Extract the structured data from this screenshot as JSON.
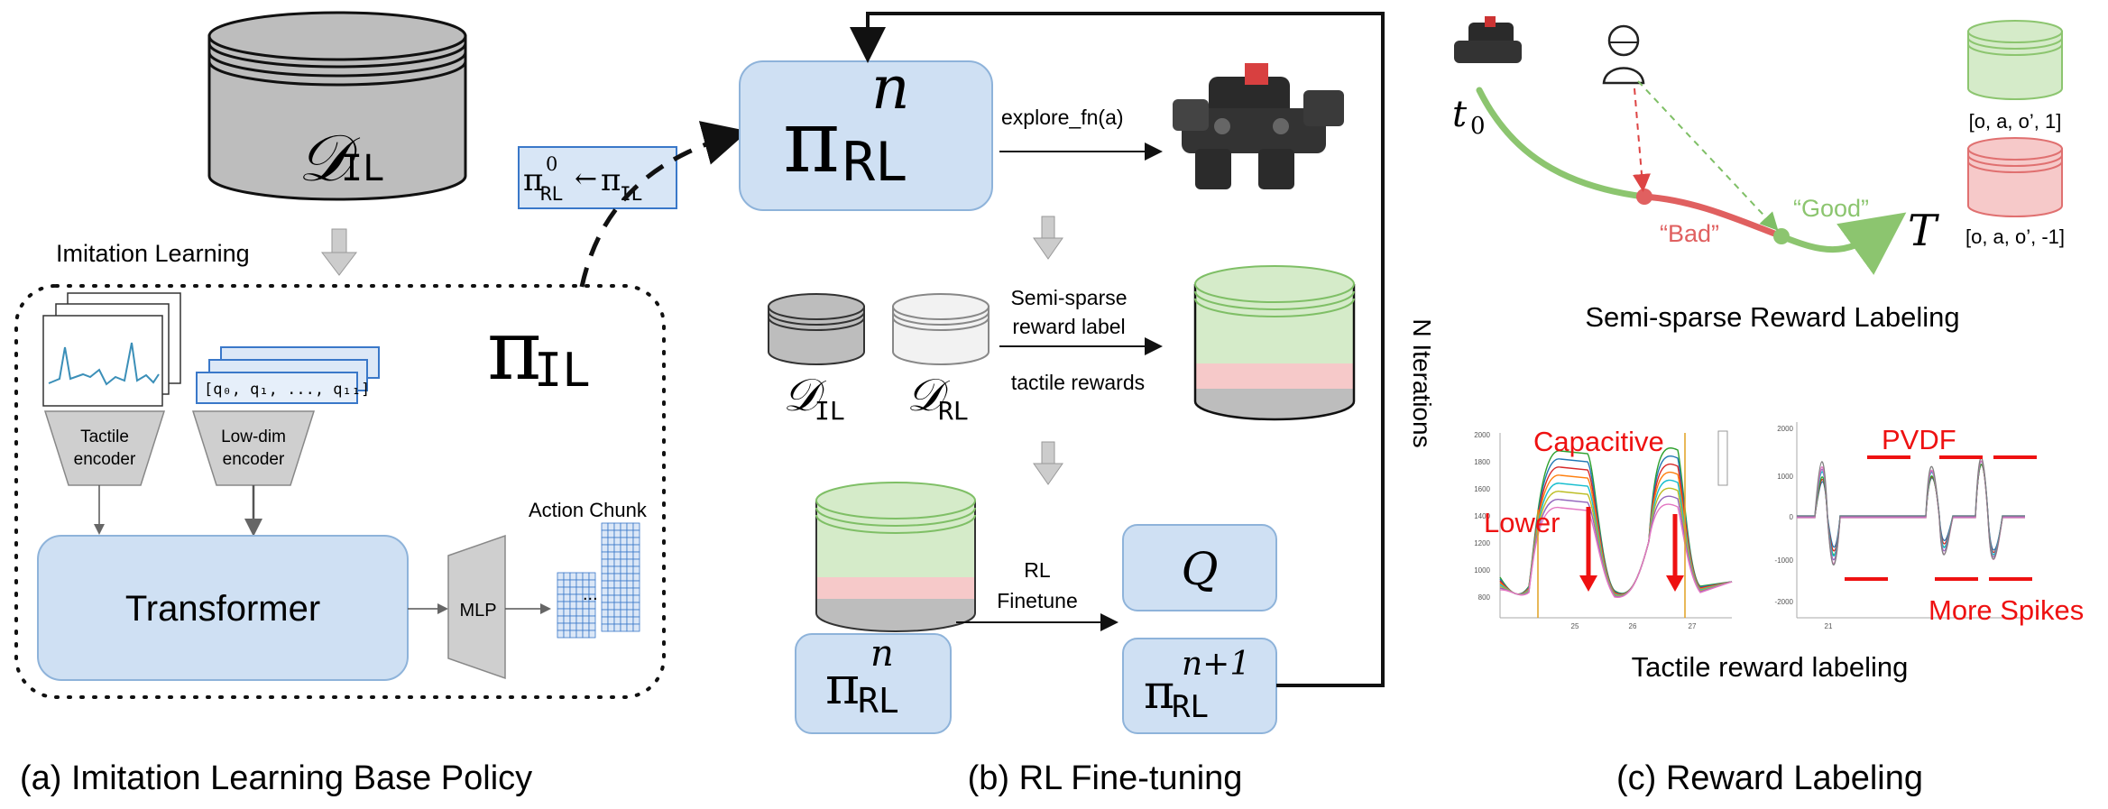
{
  "panel_a": {
    "caption": "(a) Imitation Learning Base Policy",
    "dataset_label": {
      "main": "𝒟",
      "sub": "IL"
    },
    "imitation_learning": "Imitation Learning",
    "policy_label": {
      "main": "π",
      "sub": "IL"
    },
    "low_dim_state": "[q₀, q₁, ..., q₁₁]",
    "tactile_encoder": [
      "Tactile",
      "encoder"
    ],
    "lowdim_encoder": [
      "Low-dim",
      "encoder"
    ],
    "transformer": "Transformer",
    "mlp": "MLP",
    "action_chunk": "Action Chunk",
    "ellipsis": "..."
  },
  "panel_b": {
    "caption": "(b) RL Fine-tuning",
    "init_box": {
      "left": "π",
      "left_sup": "0",
      "left_sub": "RL",
      "arrow": "←",
      "right": "π",
      "right_sub": "IL"
    },
    "policy_top": {
      "main": "π",
      "sup": "n",
      "sub": "RL"
    },
    "explore_fn": "explore_fn(a)",
    "semi_sparse": [
      "Semi-sparse",
      "reward label"
    ],
    "tactile_rewards": "tactile rewards",
    "dataset_il": {
      "main": "𝒟",
      "sub": "IL"
    },
    "dataset_rl": {
      "main": "𝒟",
      "sub": "RL"
    },
    "rl_finetune": [
      "RL",
      "Finetune"
    ],
    "q_label": "Q",
    "policy_bottom": {
      "main": "π",
      "sup": "n",
      "sub": "RL"
    },
    "policy_next": {
      "main": "π",
      "sup": "n+1",
      "sub": "RL"
    },
    "n_iterations": "N Iterations"
  },
  "panel_c": {
    "caption": "(c) Reward Labeling",
    "t0": {
      "main": "t",
      "sub": "0"
    },
    "T": "T",
    "bad": "“Bad”",
    "good": "“Good”",
    "label_pos": "[o, a, o’, 1]",
    "label_neg": "[o, a, o’, -1]",
    "semi_sparse_title": "Semi-sparse Reward Labeling",
    "tactile_title": "Tactile reward labeling",
    "capacitive": "Capacitive",
    "lower": "Lower",
    "pvdf": "PVDF",
    "more_spikes": "More Spikes",
    "cap_yticks": [
      "2000",
      "1800",
      "1600",
      "1400",
      "1200",
      "1000",
      "800"
    ],
    "cap_xticks": [
      "25",
      "26",
      "27"
    ],
    "pvdf_yticks": [
      "2000",
      "1000",
      "0",
      "-1000",
      "-2000"
    ],
    "pvdf_xticks": [
      "21"
    ]
  },
  "colors": {
    "policy_box": "#cfe0f3",
    "policy_border": "#8eb3da",
    "dataset_gray": "#bdbdbd",
    "green_store": "#d5ebc9",
    "red_store": "#f6c9c9",
    "good_green": "#8cc56f",
    "bad_red": "#e06060",
    "annotation_red": "#ee1111"
  }
}
